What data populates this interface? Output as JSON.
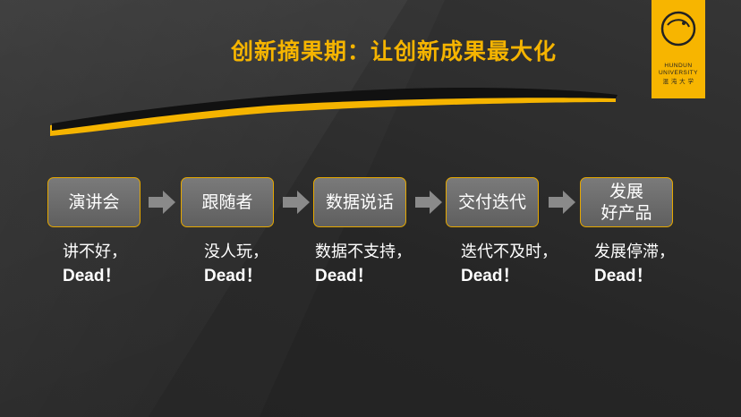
{
  "title": "创新摘果期：让创新成果最大化",
  "logo": {
    "line1": "HUNDUN",
    "line2": "UNIVERSITY",
    "line3": "混 沌 大 学"
  },
  "colors": {
    "accent": "#f5b400",
    "box_fill": "#6b6b6b",
    "background": "#2f2f2f",
    "text": "#ffffff"
  },
  "steps": [
    {
      "label": "演讲会",
      "caption": "讲不好，",
      "dead": "Dead！"
    },
    {
      "label": "跟随者",
      "caption": "没人玩，",
      "dead": "Dead！"
    },
    {
      "label": "数据说话",
      "caption": "数据不支持，",
      "dead": "Dead！"
    },
    {
      "label": "交付迭代",
      "caption": "迭代不及时，",
      "dead": "Dead！"
    },
    {
      "label_line1": "发展",
      "label_line2": "好产品",
      "caption": "发展停滞，",
      "dead": "Dead！"
    }
  ],
  "arrow_icon": "right-arrow-icon"
}
